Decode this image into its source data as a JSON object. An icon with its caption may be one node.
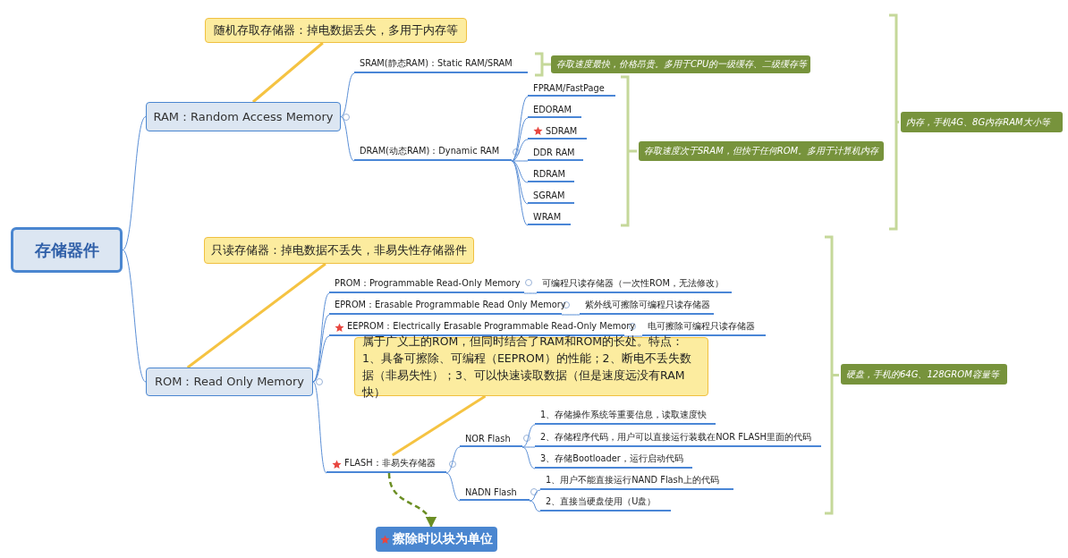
{
  "diagram": {
    "nodes": [
      {
        "text": [
          "存储器件"
        ]
      },
      {
        "text": [
          "RAM：Random Access Memory"
        ]
      },
      {
        "text": [
          "随机存取存储器：掉电数据丢失，多用于内存等"
        ]
      },
      {
        "text": [
          "SRAM(静态RAM)：Static RAM/SRAM"
        ]
      },
      {
        "text": [
          "存取速度最快，价格昂贵。多用于CPU的一级缓存、二级缓存等"
        ]
      },
      {
        "text": [
          "DRAM(动态RAM)：Dynamic RAM"
        ]
      },
      {
        "text": [
          "FPRAM/FastPage"
        ]
      },
      {
        "text": [
          "EDORAM"
        ]
      },
      {
        "text": [
          "SDRAM"
        ]
      },
      {
        "text": [
          "DDR RAM"
        ]
      },
      {
        "text": [
          "RDRAM"
        ]
      },
      {
        "text": [
          "SGRAM"
        ]
      },
      {
        "text": [
          "WRAM"
        ]
      },
      {
        "text": [
          "存取速度次于SRAM，但快于任何ROM。多用于计算机内存"
        ]
      },
      {
        "text": [
          "内存，手机4G、8G内存RAM大小等"
        ]
      },
      {
        "text": [
          "ROM：Read Only Memory"
        ]
      },
      {
        "text": [
          "只读存储器：掉电数据不丢失，非易失性存储器件"
        ]
      },
      {
        "text": [
          "PROM：Programmable Read-Only Memory"
        ]
      },
      {
        "text": [
          "可编程只读存储器（一次性ROM，无法修改）"
        ]
      },
      {
        "text": [
          "EPROM：Erasable Programmable Read Only Memory"
        ]
      },
      {
        "text": [
          "紫外线可擦除可编程只读存储器"
        ]
      },
      {
        "text": [
          "EEPROM：Electrically Erasable Programmable Read-Only Memory"
        ]
      },
      {
        "text": [
          "电可擦除可编程只读存储器"
        ]
      },
      {
        "text": [
          "属于广义上的ROM，但同时结合了RAM和ROM的长处。特点：1、具备可擦除、可编程（EEPROM）的性能；2、断电不丢失数据（非易失性）；3、可以快速读取数据（但是速度远没有RAM快）"
        ]
      },
      {
        "text": [
          "FLASH：非易失存储器"
        ]
      },
      {
        "text": [
          "NOR Flash"
        ]
      },
      {
        "text": [
          "1、存储操作系统等重要信息，读取速度快"
        ]
      },
      {
        "text": [
          "2、存储程序代码，用户可以直接运行装载在NOR FLASH里面的代码"
        ]
      },
      {
        "text": [
          "3、存储Bootloader，运行启动代码"
        ]
      },
      {
        "text": [
          "NADN Flash"
        ]
      },
      {
        "text": [
          "1、用户不能直接运行NAND Flash上的代码"
        ]
      },
      {
        "text": [
          "2、直接当硬盘使用（U盘）"
        ]
      },
      {
        "text": [
          "擦除时以块为单位"
        ]
      },
      {
        "text": [
          "硬盘，手机的64G、128GROM容量等"
        ]
      }
    ],
    "edges": [
      {
        "from": 0,
        "to": 1,
        "arrow": "none"
      },
      {
        "from": 0,
        "to": 15,
        "arrow": "none"
      },
      {
        "from": 2,
        "to": 1,
        "arrow": "none",
        "style": "thick",
        "color": "#f5c342"
      },
      {
        "from": 1,
        "to": 3,
        "arrow": "none"
      },
      {
        "from": 1,
        "to": 5,
        "arrow": "none"
      },
      {
        "from": 5,
        "to": 6,
        "arrow": "none"
      },
      {
        "from": 5,
        "to": 7,
        "arrow": "none"
      },
      {
        "from": 5,
        "to": 8,
        "arrow": "none"
      },
      {
        "from": 5,
        "to": 9,
        "arrow": "none"
      },
      {
        "from": 5,
        "to": 10,
        "arrow": "none"
      },
      {
        "from": 5,
        "to": 11,
        "arrow": "none"
      },
      {
        "from": 5,
        "to": 12,
        "arrow": "none"
      },
      {
        "from": 16,
        "to": 15,
        "arrow": "none",
        "style": "thick",
        "color": "#f5c342"
      },
      {
        "from": 15,
        "to": 17,
        "arrow": "none"
      },
      {
        "from": 15,
        "to": 19,
        "arrow": "none"
      },
      {
        "from": 15,
        "to": 21,
        "arrow": "none"
      },
      {
        "from": 15,
        "to": 24,
        "arrow": "none"
      },
      {
        "from": 17,
        "to": 18,
        "arrow": "none"
      },
      {
        "from": 19,
        "to": 20,
        "arrow": "none"
      },
      {
        "from": 21,
        "to": 22,
        "arrow": "none"
      },
      {
        "from": 23,
        "to": 24,
        "arrow": "none",
        "style": "thick",
        "color": "#f5c342"
      },
      {
        "from": 24,
        "to": 25,
        "arrow": "none"
      },
      {
        "from": 24,
        "to": 29,
        "arrow": "none"
      },
      {
        "from": 25,
        "to": 26,
        "arrow": "none"
      },
      {
        "from": 25,
        "to": 27,
        "arrow": "none"
      },
      {
        "from": 25,
        "to": 28,
        "arrow": "none"
      },
      {
        "from": 29,
        "to": 30,
        "arrow": "none"
      },
      {
        "from": 29,
        "to": 31,
        "arrow": "none"
      },
      {
        "from": 24,
        "to": 32,
        "arrow": "to",
        "style": "dashed",
        "color": "#6b8e23"
      }
    ]
  }
}
